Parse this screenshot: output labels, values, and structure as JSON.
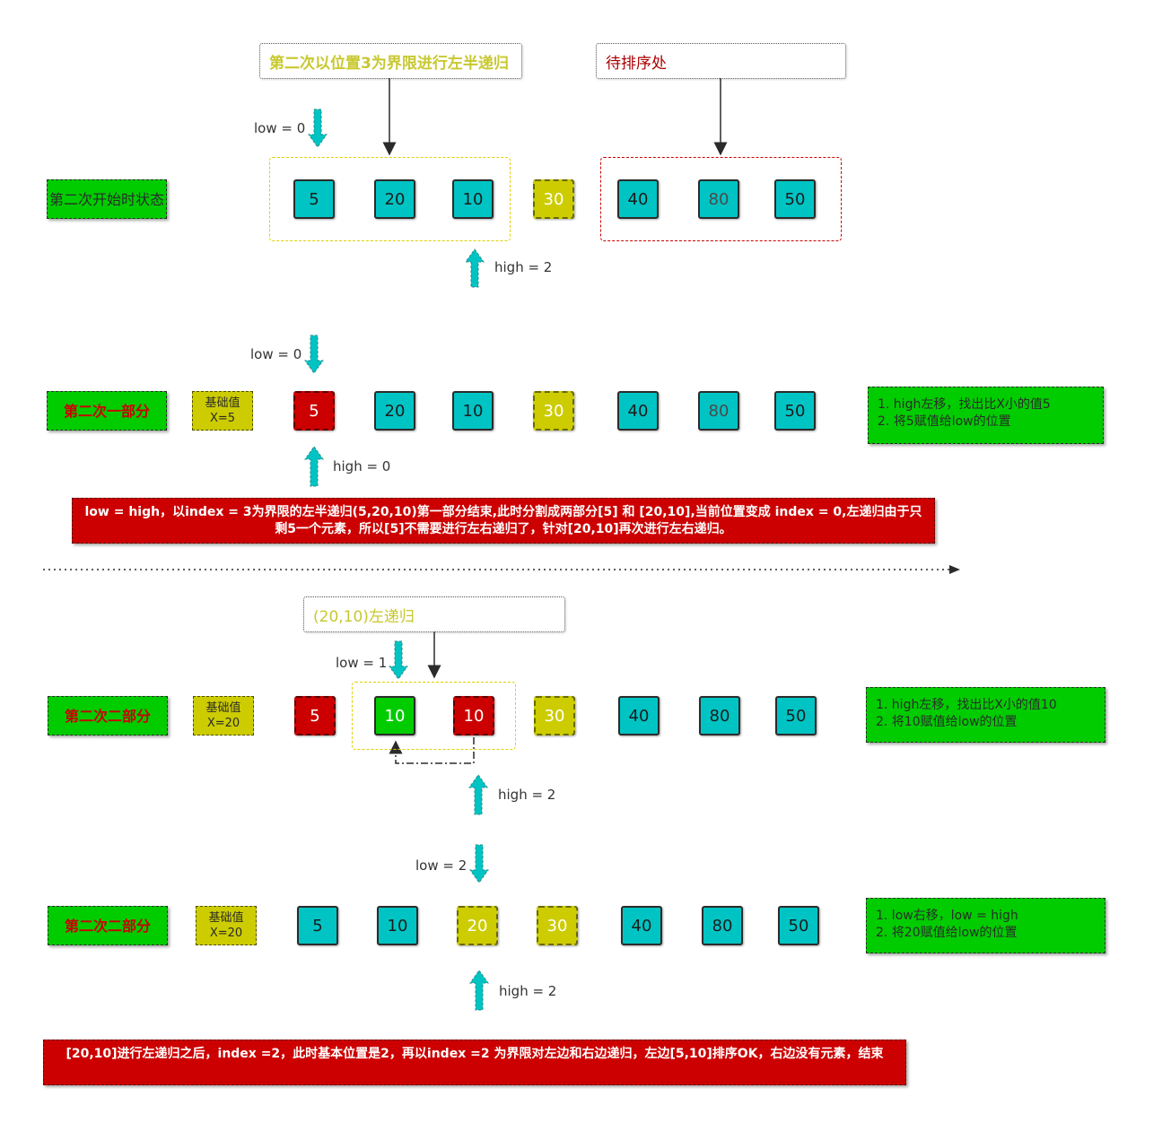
{
  "callouts": {
    "left_recursion": "第二次以位置3为界限进行左半递归",
    "pending": "待排序处",
    "left_recursion_2": "(20,10)左递归"
  },
  "rows": {
    "r1": {
      "label": "第二次开始时状态",
      "cells": [
        "5",
        "20",
        "10",
        "30",
        "40",
        "80",
        "50"
      ],
      "low": "low = 0",
      "high": "high = 2"
    },
    "r2": {
      "label": "第二次一部分",
      "pivot_line1": "基础值",
      "pivot_line2": "X=5",
      "cells": [
        "5",
        "20",
        "10",
        "30",
        "40",
        "80",
        "50"
      ],
      "low": "low = 0",
      "high": "high = 0",
      "note_line1": "1. high左移，找出比X小的值5",
      "note_line2": "2. 将5赋值给low的位置"
    },
    "r3": {
      "label": "第二次二部分",
      "pivot_line1": "基础值",
      "pivot_line2": "X=20",
      "cells": [
        "5",
        "10",
        "10",
        "30",
        "40",
        "80",
        "50"
      ],
      "low": "low = 1",
      "high": "high = 2",
      "note_line1": "1. high左移，找出比X小的值10",
      "note_line2": "2. 将10赋值给low的位置"
    },
    "r4": {
      "label": "第二次二部分",
      "pivot_line1": "基础值",
      "pivot_line2": "X=20",
      "cells": [
        "5",
        "10",
        "20",
        "30",
        "40",
        "80",
        "50"
      ],
      "low": "low = 2",
      "high": "high = 2",
      "note_line1": "1. low右移，low = high",
      "note_line2": "2. 将20赋值给low的位置"
    }
  },
  "notes": {
    "red1": "low = high，以index = 3为界限的左半递归(5,20,10)第一部分结束,此时分割成两部分[5] 和 [20,10],当前位置变成 index = 0,左递归由于只剩5一个元素，所以[5]不需要进行左右递归了，针对[20,10]再次进行左右递归。",
    "red2": "[20,10]进行左递归之后，index =2，此时基本位置是2，再以index =2 为界限对左边和右边递归，左边[5,10]排序OK，右边没有元素，结束"
  },
  "colors": {
    "teal": "#00c4c4",
    "olive": "#cccc00",
    "red": "#cc0000",
    "green": "#00cc00",
    "callout_olive_text": "#c8c830",
    "callout_red_text": "#aa0000"
  },
  "icons": {
    "pointer_arrow": "dashed-teal-arrow"
  }
}
